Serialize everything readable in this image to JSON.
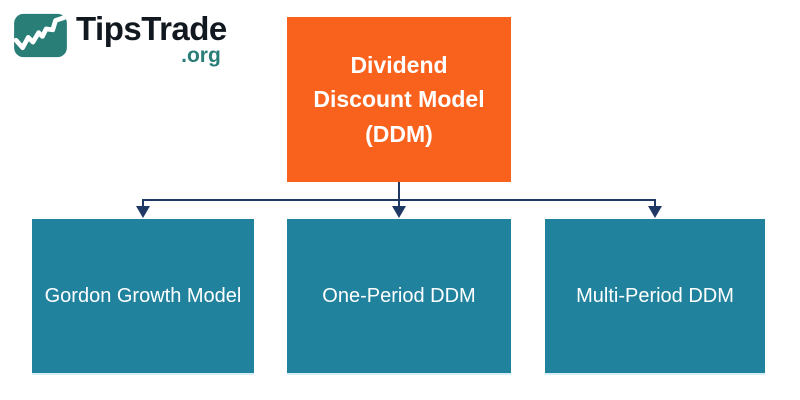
{
  "logo": {
    "brand": "TipsTrade",
    "tld": ".org",
    "icon": "trend-up-chart-icon"
  },
  "diagram": {
    "root": {
      "label": "Dividend Discount Model (DDM)"
    },
    "children": [
      {
        "label": "Gordon Growth Model"
      },
      {
        "label": "One-Period DDM"
      },
      {
        "label": "Multi-Period DDM"
      }
    ]
  },
  "colors": {
    "root_box_bg": "#F8621D",
    "child_box_bg": "#21829E",
    "box_text": "#FFFFFF",
    "connector": "#1F3864",
    "logo_teal": "#2A7E78",
    "logo_text": "#12181F",
    "page_bg": "#FFFFFF"
  }
}
